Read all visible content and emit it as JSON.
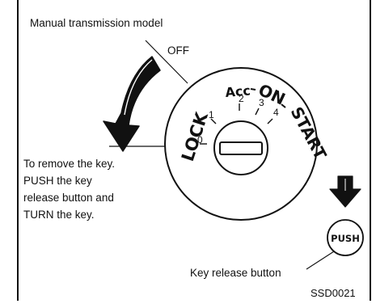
{
  "figure": {
    "title": "Manual transmission model",
    "off_label": "OFF",
    "instruction_lines": [
      "To remove the key.",
      "PUSH the key",
      "release button and",
      "TURN the key."
    ],
    "key_release_caption": "Key release button",
    "figure_code": "SSD0021"
  },
  "ignition": {
    "lock_label": "LOCK",
    "acc_label": "Acc",
    "on_label": "ON",
    "start_label": "START",
    "position_numbers": [
      "0",
      "1",
      "2",
      "3",
      "4"
    ],
    "push_button_label": "PUSH"
  },
  "colors": {
    "ink": "#111111",
    "paper": "#ffffff"
  }
}
